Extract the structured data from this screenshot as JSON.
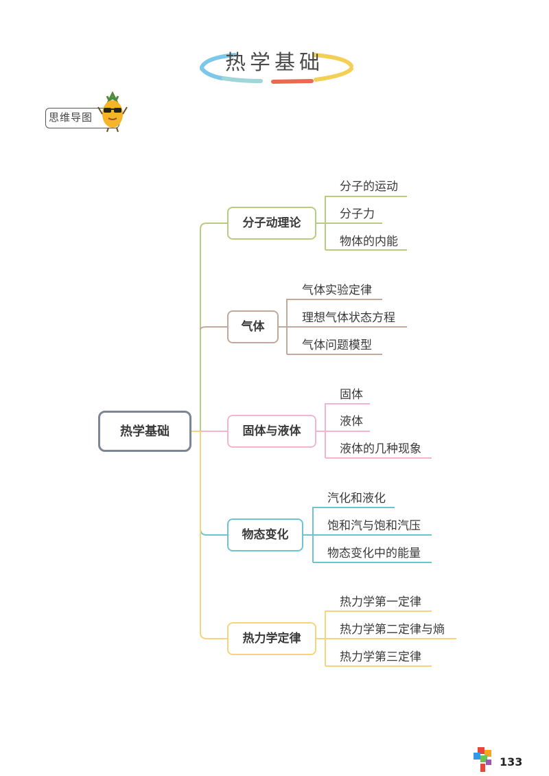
{
  "header": {
    "title": "热学基础",
    "tag": "思维导图"
  },
  "mindmap": {
    "root": "热学基础",
    "branches": [
      {
        "label": "分子动理论",
        "color": "#b7cc7e",
        "children": [
          "分子的运动",
          "分子力",
          "物体的内能"
        ]
      },
      {
        "label": "气体",
        "color": "#c2a89b",
        "children": [
          "气体实验定律",
          "理想气体状态方程",
          "气体问题模型"
        ]
      },
      {
        "label": "固体与液体",
        "color": "#f4b4cf",
        "children": [
          "固体",
          "液体",
          "液体的几种现象"
        ]
      },
      {
        "label": "物态变化",
        "color": "#6cc4d0",
        "children": [
          "汽化和液化",
          "饱和汽与饱和汽压",
          "物态变化中的能量"
        ]
      },
      {
        "label": "热力学定律",
        "color": "#f6d479",
        "children": [
          "热力学第一定律",
          "热力学第二定律与熵",
          "热力学第三定律"
        ]
      }
    ],
    "root_color": "#7a8694"
  },
  "footer": {
    "page_number": "133"
  }
}
